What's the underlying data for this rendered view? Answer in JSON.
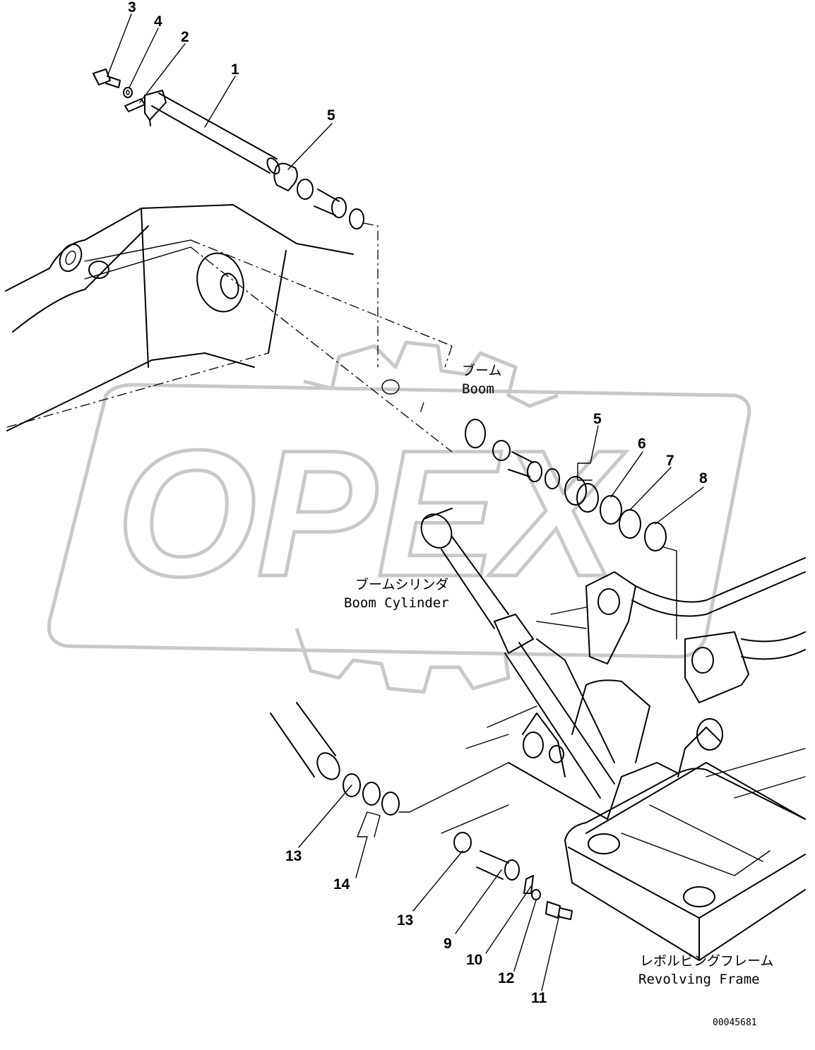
{
  "callouts": [
    "1",
    "2",
    "3",
    "4",
    "5",
    "5",
    "6",
    "7",
    "8",
    "9",
    "10",
    "11",
    "12",
    "13",
    "13",
    "14"
  ],
  "labels": {
    "boom_jp": "ブーム",
    "boom_en": "Boom",
    "boom_cylinder_jp": "ブームシリンダ",
    "boom_cylinder_en": "Boom Cylinder",
    "revolving_frame_jp": "レボルビングフレーム",
    "revolving_frame_en": "Revolving Frame"
  },
  "watermark": "OPEX",
  "drawing_code": "00045681"
}
